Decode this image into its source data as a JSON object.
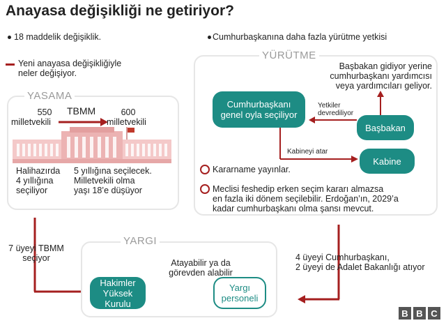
{
  "title": "Anayasa değişikliği ne getiriyor?",
  "bullet_left": "18 maddelik değişiklik.",
  "bullet_right": "Cumhurbaşkanına daha fazla yürütme yetkisi",
  "legend": {
    "line1": "Yeni anayasa değişikliğiyle",
    "line2": "neler değişiyor."
  },
  "yasama": {
    "label": "YASAMA",
    "tbmm": "TBMM",
    "old_seats_num": "550",
    "old_seats_word": "milletvekili",
    "new_seats_num": "600",
    "new_seats_word": "milletvekili",
    "current_lines": [
      "Halihazırda",
      "4 yıllığına",
      "seçiliyor"
    ],
    "new_lines": [
      "5 yıllığına seçilecek.",
      "Milletvekili olma",
      "yaşı 18’e düşüyor"
    ]
  },
  "yurutme": {
    "label": "YÜRÜTME",
    "pm_note": [
      "Başbakan gidiyor yerine",
      "cumhurbaşkanı yardımcısı",
      "veya yardımcıları geliyor."
    ],
    "president": [
      "Cumhurbaşkanı",
      "genel oyla seçiliyor"
    ],
    "transfer": [
      "Yetkiler",
      "devrediliyor"
    ],
    "pm": "Başbakan",
    "cabinet": "Kabine",
    "appoints": "Kabineyi atar",
    "decree": "Kararname yayınlar.",
    "dissolve": [
      "Meclisi feshedip erken seçim kararı almazsa",
      "en fazla iki dönem seçilebilir. Erdoğan’ın, 2029’a",
      "kadar cumhurbaşkanı olma şansı mevcut."
    ]
  },
  "left_note": [
    "7 üyeyi TBMM",
    "seçiyor"
  ],
  "right_note": [
    "4 üyeyi Cumhurbaşkanı,",
    "2 üyeyi de Adalet Bakanlığı atıyor"
  ],
  "yargi": {
    "label": "YARGI",
    "council": [
      "Hakimler Yüksek",
      "Kurulu"
    ],
    "staff": [
      "Yargı",
      "personeli"
    ],
    "appoint_note": [
      "Atayabilir ya da",
      "görevden alabilir"
    ]
  },
  "logo": [
    "B",
    "B",
    "C"
  ],
  "colors": {
    "teal": "#1d8c84",
    "red": "#a51f1f",
    "panel_border": "#e6e6e6",
    "label_gray": "#9a9a9a"
  }
}
